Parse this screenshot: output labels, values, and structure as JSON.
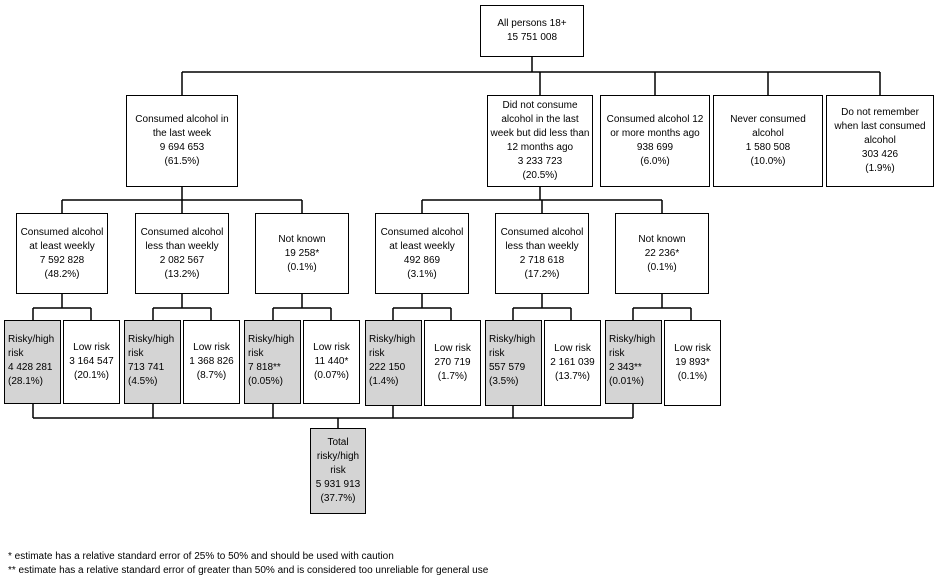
{
  "nodes": {
    "all_persons": {
      "label": "All persons 18+",
      "value": "15 751 008"
    },
    "consumed_last_week": {
      "label": "Consumed alcohol in the last week",
      "value": "9 694 653",
      "pct": "(61.5%)"
    },
    "not_last_week_within_12m": {
      "label": "Did not consume alcohol in the last week but did less than 12 months ago",
      "value": "3 233 723",
      "pct": "(20.5%)"
    },
    "consumed_12m_plus": {
      "label": "Consumed alcohol 12 or more months ago",
      "value": "938 699",
      "pct": "(6.0%)"
    },
    "never_consumed": {
      "label": "Never consumed alcohol",
      "value": "1 580 508",
      "pct": "(10.0%)"
    },
    "do_not_remember": {
      "label": "Do not remember when last consumed alcohol",
      "value": "303 426",
      "pct": "(1.9%)"
    },
    "a_weekly": {
      "label": "Consumed alcohol at least weekly",
      "value": "7 592 828",
      "pct": "(48.2%)"
    },
    "a_less_weekly": {
      "label": "Consumed alcohol less than weekly",
      "value": "2 082 567",
      "pct": "(13.2%)"
    },
    "a_not_known": {
      "label": "Not known",
      "value": "19 258*",
      "pct": "(0.1%)"
    },
    "b_weekly": {
      "label": "Consumed alcohol at least weekly",
      "value": "492 869",
      "pct": "(3.1%)"
    },
    "b_less_weekly": {
      "label": "Consumed alcohol less than weekly",
      "value": "2 718 618",
      "pct": "(17.2%)"
    },
    "b_not_known": {
      "label": "Not known",
      "value": "22 236*",
      "pct": "(0.1%)"
    },
    "a1_risky": {
      "label": "Risky/high risk",
      "value": "4 428 281",
      "pct": "(28.1%)"
    },
    "a1_low": {
      "label": "Low risk",
      "value": "3 164 547",
      "pct": "(20.1%)"
    },
    "a2_risky": {
      "label": "Risky/high risk",
      "value": "713 741",
      "pct": "(4.5%)"
    },
    "a2_low": {
      "label": "Low risk",
      "value": "1 368 826",
      "pct": "(8.7%)"
    },
    "a3_risky": {
      "label": "Risky/high risk",
      "value": "7 818**",
      "pct": "(0.05%)"
    },
    "a3_low": {
      "label": "Low risk",
      "value": "11 440*",
      "pct": "(0.07%)"
    },
    "b1_risky": {
      "label": "Risky/high risk",
      "value": "222 150",
      "pct": "(1.4%)"
    },
    "b1_low": {
      "label": "Low risk",
      "value": "270 719",
      "pct": "(1.7%)"
    },
    "b2_risky": {
      "label": "Risky/high risk",
      "value": "557 579",
      "pct": "(3.5%)"
    },
    "b2_low": {
      "label": "Low risk",
      "value": "2 161 039",
      "pct": "(13.7%)"
    },
    "b3_risky": {
      "label": "Risky/high risk",
      "value": "2 343**",
      "pct": "(0.01%)"
    },
    "b3_low": {
      "label": "Low risk",
      "value": "19 893*",
      "pct": "(0.1%)"
    },
    "total_risky": {
      "label": "Total risky/high risk",
      "value": "5 931 913",
      "pct": "(37.7%)"
    }
  },
  "footnotes": {
    "single": "* estimate has a relative standard error of 25% to 50% and should be used with caution",
    "double": "** estimate has a relative standard error of greater than 50% and is considered too unreliable for general use"
  },
  "colors": {
    "shaded_fill": "#d4d4d4",
    "box_fill": "#ffffff",
    "line": "#000000"
  }
}
